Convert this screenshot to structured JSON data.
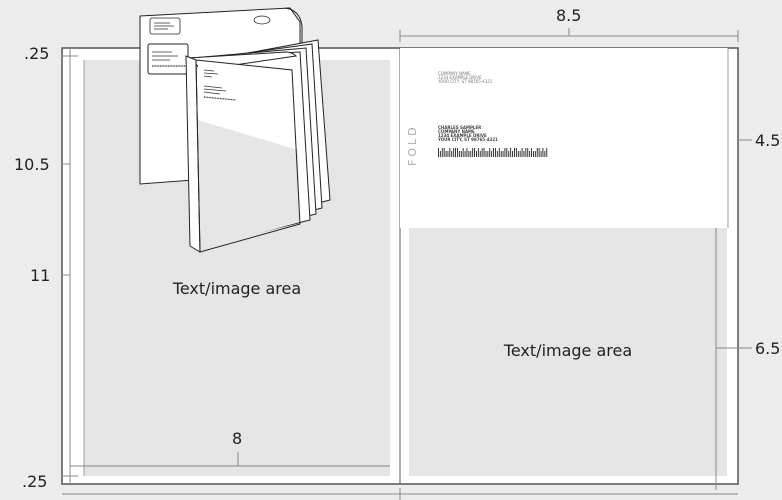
{
  "dimensions": {
    "top_width": "8.5",
    "top_margin": ".25",
    "left_height_a": "10.5",
    "left_height_b": "11",
    "bottom_margin": ".25",
    "inner_width": "8",
    "right_top_height": "4.5",
    "right_bottom_height": "6.5"
  },
  "left_panel": {
    "area_label": "Text/image area"
  },
  "right_panel": {
    "area_label": "Text/image area",
    "fold_label": "FOLD",
    "return_address": [
      "COMPANY NAME",
      "1234 EXAMPLE DRIVE",
      "YOUR CITY, ST 98765-4321"
    ],
    "recipient_address": [
      "CHARLES SAMPLER",
      "COMPANY NAME",
      "1234 EXAMPLE DRIVE",
      "YOUR CITY, ST 98765-4321"
    ],
    "barcode_text": "ℍ|ℍℍℍℍℍ"
  },
  "colors": {
    "background": "#ececec",
    "sheet": "#ffffff",
    "area": "#e5e5e6",
    "line": "#666666",
    "dim_line": "#888888"
  }
}
